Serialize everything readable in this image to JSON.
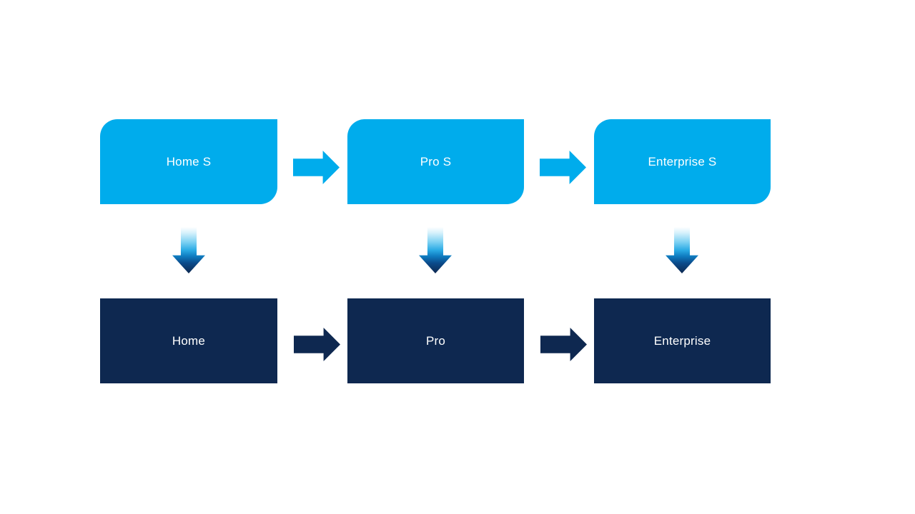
{
  "colors": {
    "background": "#FFFFFF",
    "top_box": "#00ACEC",
    "bottom_box": "#0E2850",
    "box_text": "#FFFFFF",
    "cyan_arrow": "#00ACEC",
    "navy_arrow": "#0E2850",
    "down_arrow_gradient_top": "#FFFFFF",
    "down_arrow_gradient_mid": "#2AAAE4",
    "down_arrow_gradient_bottom": "#0E2850"
  },
  "columns": [
    {
      "top_label": "Home S",
      "bottom_label": "Home"
    },
    {
      "top_label": "Pro S",
      "bottom_label": "Pro"
    },
    {
      "top_label": "Enterprise S",
      "bottom_label": "Enterprise"
    }
  ],
  "arrows": {
    "top_row_connector": "right-arrow",
    "bottom_row_connector": "right-arrow",
    "column_connector": "down-arrow"
  }
}
